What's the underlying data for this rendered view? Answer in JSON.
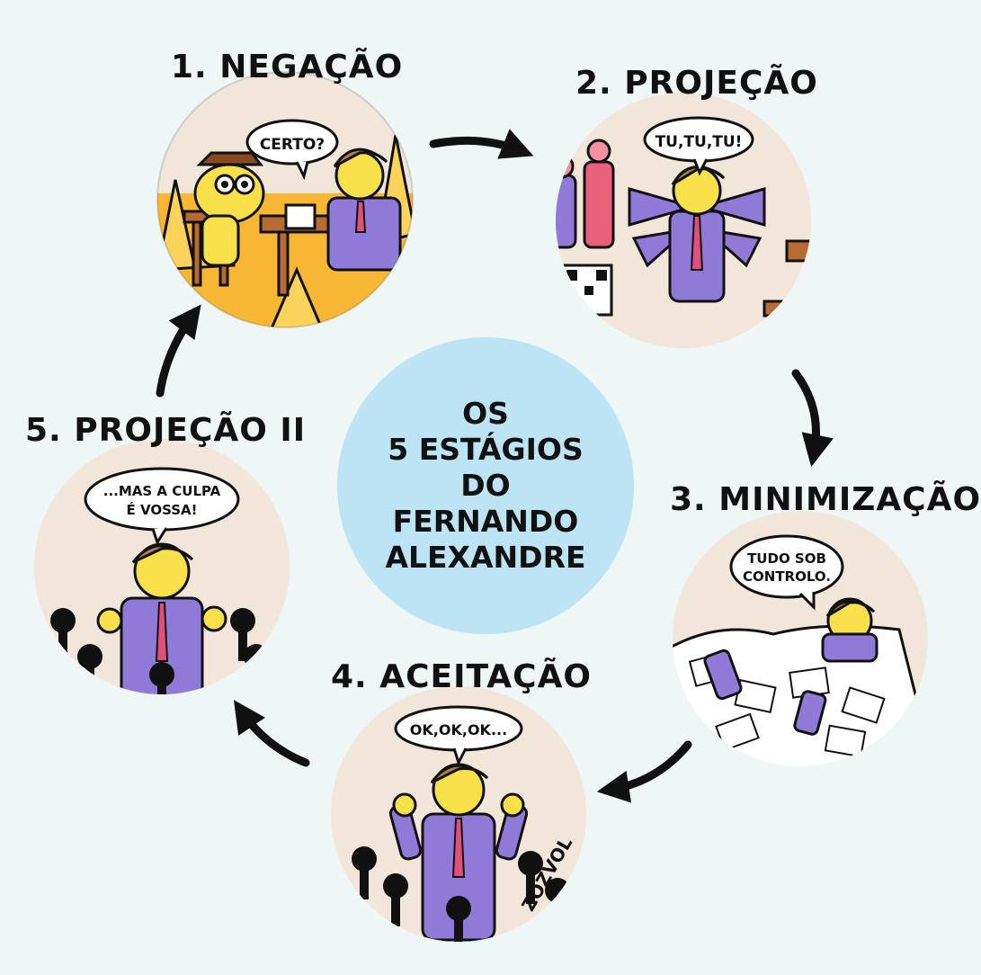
{
  "center": {
    "lines": [
      "OS",
      "5 ESTÁGIOS",
      "DO",
      "FERNANDO",
      "ALEXANDRE"
    ]
  },
  "stages": [
    {
      "title": "1. NEGAÇÃO",
      "speech": "CERTO?"
    },
    {
      "title": "2. PROJEÇÃO",
      "speech": "TU,TU,TU!"
    },
    {
      "title": "3. MINIMIZAÇÃO",
      "speech": [
        "TUDO SOB",
        "CONTROLO."
      ]
    },
    {
      "title": "4. ACEITAÇÃO",
      "speech": "OK,OK,OK..."
    },
    {
      "title": "5. PROJEÇÃO II",
      "speech": [
        "...MAS A CULPA",
        "É VOSSA!"
      ]
    }
  ],
  "signature": "ZOZVOL",
  "colors": {
    "background": "#eef6f6",
    "center_circle": "#bde4f4",
    "panel": "#f2e6da",
    "fire": "#f7b733",
    "suit": "#8f7ad8",
    "skin": "#f7e04a",
    "hair": "#a88150",
    "ink": "#111111"
  }
}
